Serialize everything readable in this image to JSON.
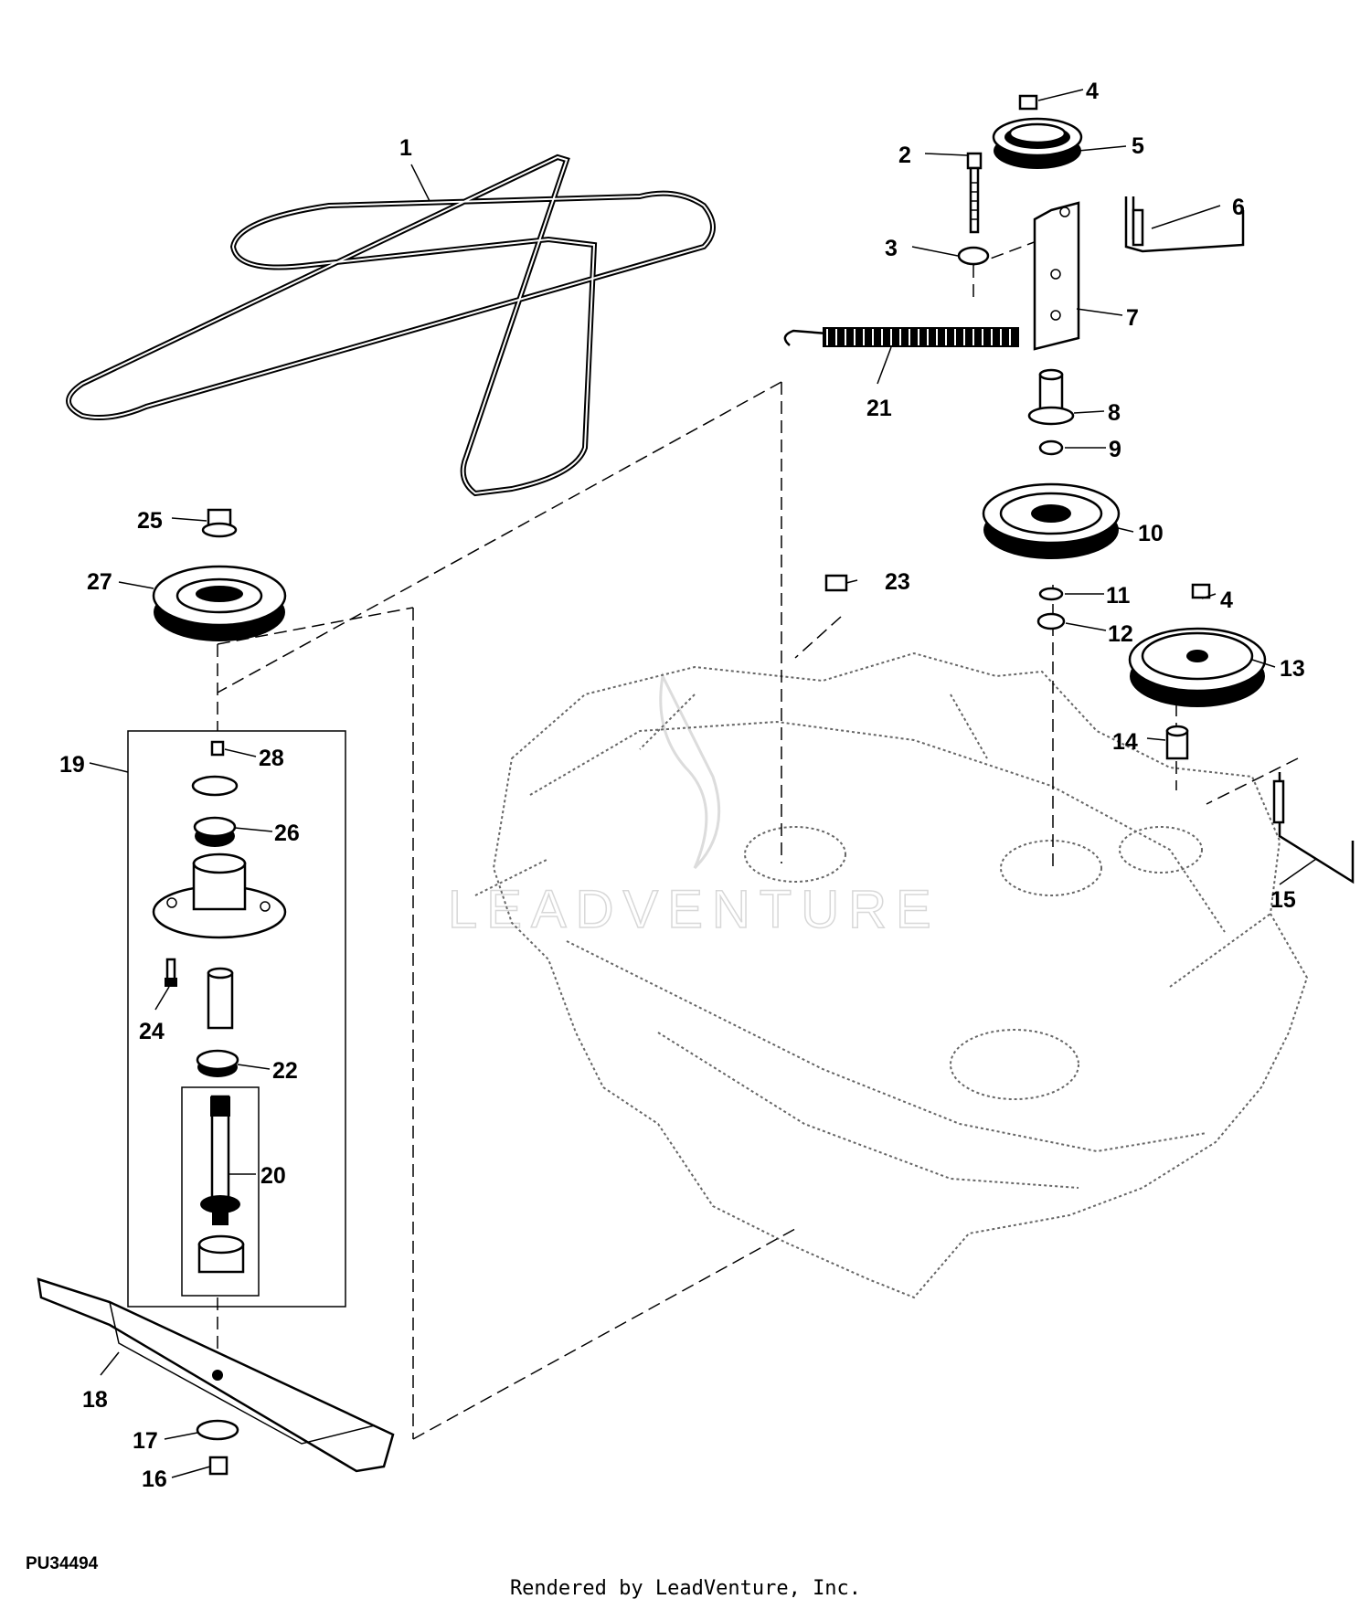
{
  "diagram": {
    "callouts": [
      "1",
      "2",
      "3",
      "4",
      "5",
      "6",
      "7",
      "8",
      "9",
      "10",
      "11",
      "12",
      "13",
      "4",
      "14",
      "15",
      "16",
      "17",
      "18",
      "19",
      "20",
      "21",
      "22",
      "23",
      "24",
      "25",
      "26",
      "27",
      "28"
    ],
    "figure_code": "PU34494",
    "watermark": "LEADVENTURE",
    "footer": "Rendered by LeadVenture, Inc."
  }
}
